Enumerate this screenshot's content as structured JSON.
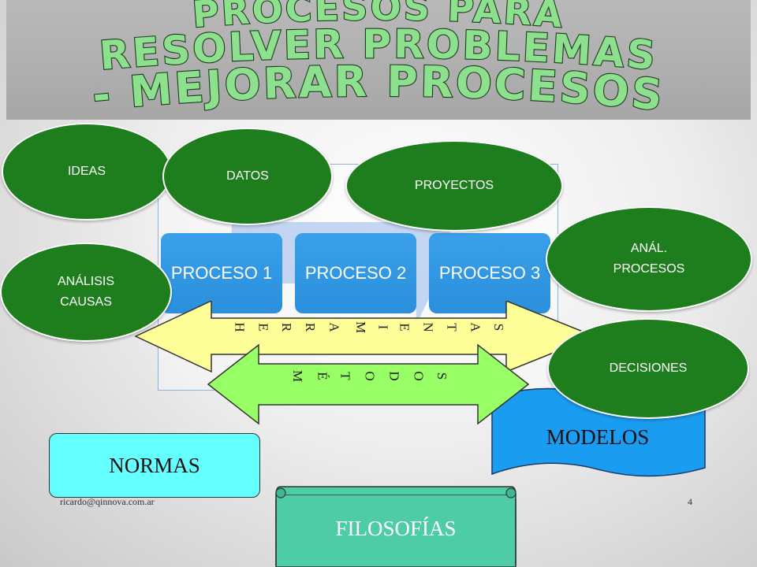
{
  "title": {
    "line1": "PROCESOS PARA",
    "line2": "RESOLVER PROBLEMAS",
    "line3": "- MEJORAR PROCESOS"
  },
  "processes": [
    "PROCESO 1",
    "PROCESO 2",
    "PROCESO 3"
  ],
  "ovals": {
    "ideas": "IDEAS",
    "datos": "DATOS",
    "proyectos": "PROYECTOS",
    "analisis_procesos": "ANÁL. PROCESOS",
    "analisis_causas": "ANÁLISIS CAUSAS",
    "decisiones": "DECISIONES"
  },
  "arrows": {
    "herramientas": "HERRAMIENTAS",
    "metodos": "MÉTODOS"
  },
  "boxes": {
    "modelos": "MODELOS",
    "normas": "NORMAS",
    "filosofias": "FILOSOFÍAS"
  },
  "footer": {
    "email": "ricardo@qinnova.com.ar",
    "page_number": "4"
  },
  "colors": {
    "oval_green": "#1e7e1e",
    "process_blue": "#2b8fdc",
    "herramientas_yellow": "#ffff99",
    "metodos_green": "#99ff66",
    "modelos_blue": "#1a9cf0",
    "normas_cyan": "#66ffff",
    "filosofias_teal": "#4ecca6",
    "title_fill": "#8de08d"
  }
}
